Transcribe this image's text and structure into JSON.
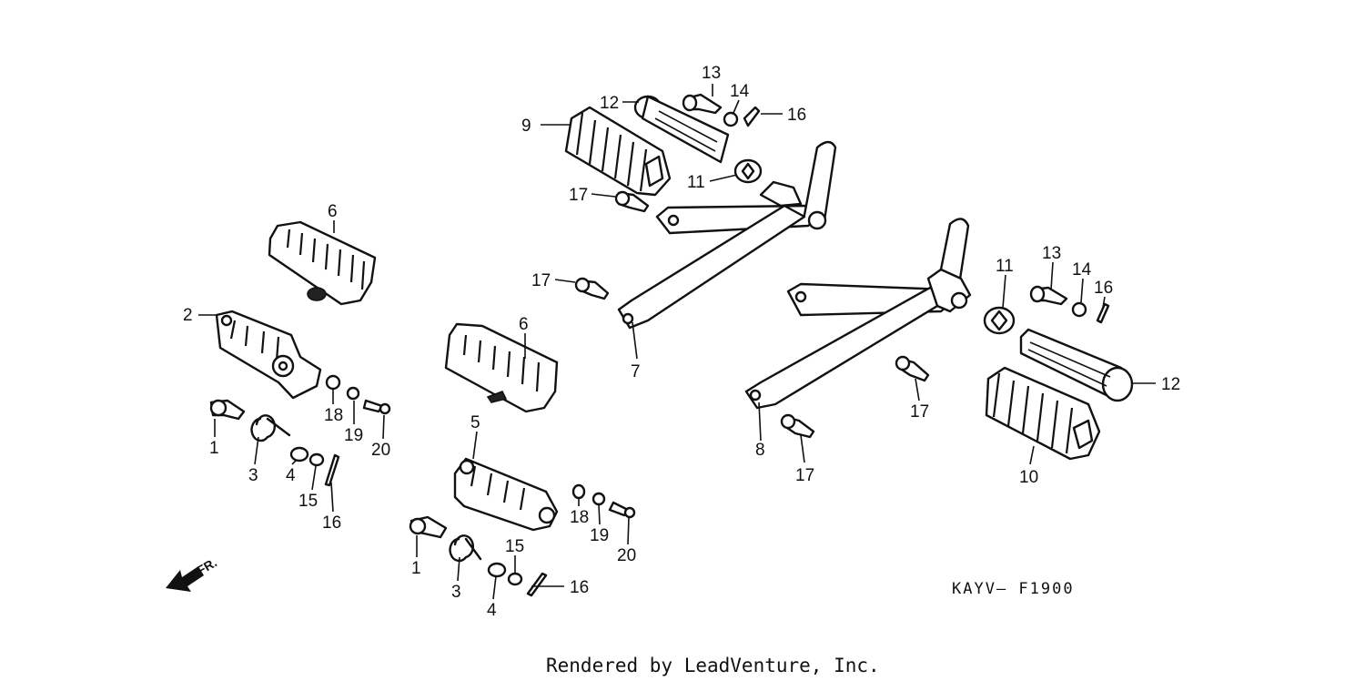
{
  "diagram_code": "KAYV— F1900",
  "footer_text": "Rendered by LeadVenture, Inc.",
  "direction_label": "FR.",
  "callouts": {
    "c1a": "1",
    "c2": "2",
    "c3a": "3",
    "c4a": "4",
    "c6a": "6",
    "c15a": "15",
    "c16a": "16",
    "c18a": "18",
    "c19a": "19",
    "c20a": "20",
    "c1b": "1",
    "c3b": "3",
    "c4b": "4",
    "c5": "5",
    "c6b": "6",
    "c15b": "15",
    "c16b": "16",
    "c18b": "18",
    "c19b": "19",
    "c20b": "20",
    "c7": "7",
    "c9": "9",
    "c11a": "11",
    "c12a": "12",
    "c13a": "13",
    "c14a": "14",
    "c16c": "16",
    "c17a": "17",
    "c17b": "17",
    "c8": "8",
    "c10": "10",
    "c11b": "11",
    "c12b": "12",
    "c13b": "13",
    "c14b": "14",
    "c16d": "16",
    "c17c": "17",
    "c17d": "17"
  }
}
